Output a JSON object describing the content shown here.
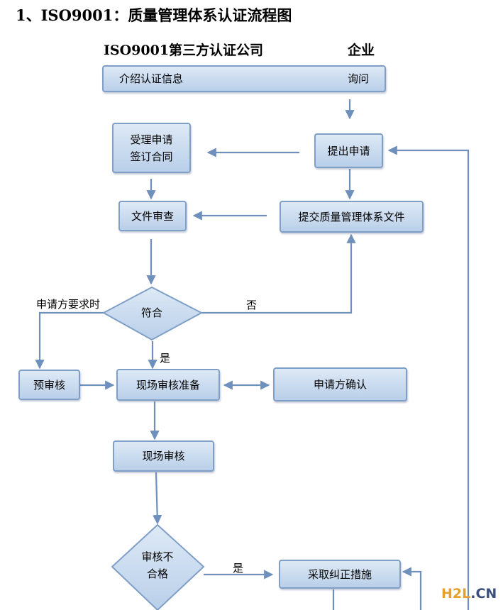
{
  "title": "1、ISO9001：质量管理体系认证流程图",
  "headers": {
    "left": "ISO9001第三方认证公司",
    "right": "企业"
  },
  "nodes": {
    "intro": "介绍认证信息",
    "inquiry": "询问",
    "accept_line1": "受理申请",
    "accept_line2": "签订合同",
    "apply": "提出申请",
    "doc_review": "文件审查",
    "submit_docs": "提交质量管理体系文件",
    "conform": "符合",
    "pre_audit": "预审核",
    "onsite_prep": "现场审核准备",
    "applicant_confirm": "申请方确认",
    "onsite_audit": "现场审核",
    "fail_line1": "审核不",
    "fail_line2": "合格",
    "corrective": "采取纠正措施"
  },
  "labels": {
    "no": "否",
    "yes_conform": "是",
    "applicant_request": "申请方要求时",
    "yes_fail": "是"
  },
  "watermark": {
    "h2l": "H2L",
    "cn": ".CN"
  },
  "colors": {
    "box_border": "#7f9fc7",
    "box_fill_top": "#dde9f6",
    "box_fill_bottom": "#b9cfe9",
    "connector": "#6f90bd",
    "watermark_h2l": "#e8a02a",
    "watermark_cn": "#3d4f7c"
  }
}
